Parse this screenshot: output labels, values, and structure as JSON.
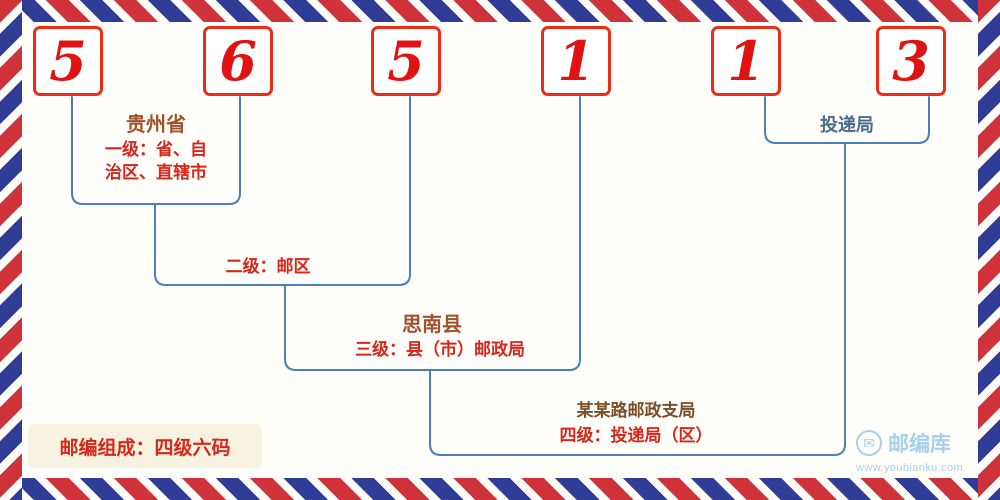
{
  "diagram": {
    "postal_code_digits": [
      "5",
      "6",
      "5",
      "1",
      "1",
      "3"
    ],
    "level1": {
      "place": "贵州省",
      "desc_line1": "一级：省、自",
      "desc_line2": "治区、直辖市"
    },
    "level2": {
      "desc": "二级：邮区"
    },
    "level3": {
      "place": "思南县",
      "desc": "三级：县（市）邮政局"
    },
    "level4": {
      "delivery_office": "投递局",
      "place": "某某路邮政支局",
      "desc": "四级：投递局（区）"
    },
    "badge": "邮编组成：四级六码"
  },
  "branding": {
    "envelope_icon": "✉",
    "logo_text": "邮编库",
    "url": "www.youbianku.com"
  },
  "colors": {
    "digit_red": "#e01212",
    "box_border_red": "#ee2b14",
    "line_blue": "#4a7ebc",
    "place_brown": "#a0522d",
    "desc_red": "#d8261a",
    "delivery_slate": "#4a6b8a",
    "branch_brown": "#7a4f28",
    "badge_bg": "#f7f3e0",
    "brand_blue": "#a7d0ea",
    "airmail_red": "#cf3339",
    "airmail_blue": "#2f3d96"
  }
}
